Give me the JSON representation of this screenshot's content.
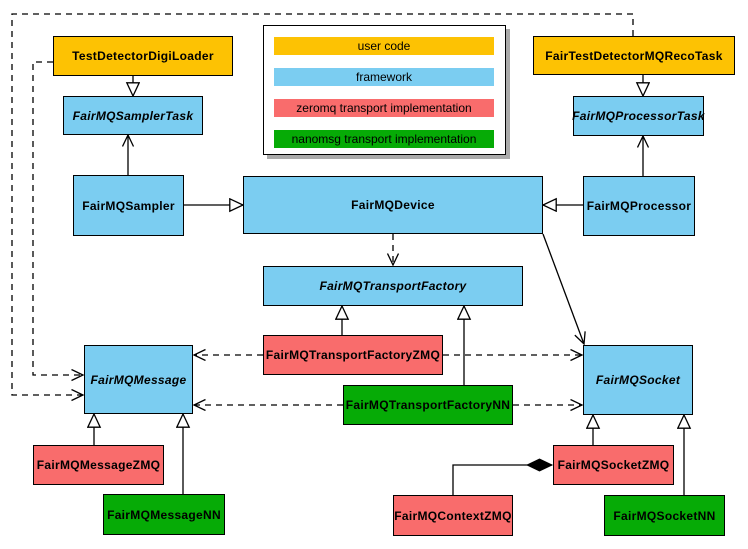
{
  "colors": {
    "user_code": "#FDC203",
    "framework": "#7BCDF1",
    "zeromq": "#F96C6C",
    "nanomsg": "#06AB06",
    "line": "#000000",
    "background": "#FFFFFF"
  },
  "legend": {
    "items": [
      {
        "label": "user code",
        "category": "user_code"
      },
      {
        "label": "framework",
        "category": "framework"
      },
      {
        "label": "zeromq transport implementation",
        "category": "zeromq"
      },
      {
        "label": "nanomsg transport implementation",
        "category": "nanomsg"
      }
    ]
  },
  "nodes": [
    {
      "id": "testdetectordigiloader",
      "label": "TestDetectorDigiLoader",
      "category": "user_code",
      "abstract": false
    },
    {
      "id": "fairtestdetectormqrecotask",
      "label": "FairTestDetectorMQRecoTask",
      "category": "user_code",
      "abstract": false
    },
    {
      "id": "fairmqsamplertask",
      "label": "FairMQSamplerTask",
      "category": "framework",
      "abstract": true
    },
    {
      "id": "fairmqprocessortask",
      "label": "FairMQProcessorTask",
      "category": "framework",
      "abstract": true
    },
    {
      "id": "fairmqsampler",
      "label": "FairMQSampler",
      "category": "framework",
      "abstract": false
    },
    {
      "id": "fairmqdevice",
      "label": "FairMQDevice",
      "category": "framework",
      "abstract": false
    },
    {
      "id": "fairmqprocessor",
      "label": "FairMQProcessor",
      "category": "framework",
      "abstract": false
    },
    {
      "id": "fairmqtransportfactory",
      "label": "FairMQTransportFactory",
      "category": "framework",
      "abstract": true
    },
    {
      "id": "fairmqtransportfactoryzmq",
      "label": "FairMQTransportFactoryZMQ",
      "category": "zeromq",
      "abstract": false
    },
    {
      "id": "fairmqtransportfactorynn",
      "label": "FairMQTransportFactoryNN",
      "category": "nanomsg",
      "abstract": false
    },
    {
      "id": "fairmqmessage",
      "label": "FairMQMessage",
      "category": "framework",
      "abstract": true
    },
    {
      "id": "fairmqsocket",
      "label": "FairMQSocket",
      "category": "framework",
      "abstract": true
    },
    {
      "id": "fairmqmessagezmq",
      "label": "FairMQMessageZMQ",
      "category": "zeromq",
      "abstract": false
    },
    {
      "id": "fairmqmessagenn",
      "label": "FairMQMessageNN",
      "category": "nanomsg",
      "abstract": false
    },
    {
      "id": "fairmqcontextzmq",
      "label": "FairMQContextZMQ",
      "category": "zeromq",
      "abstract": false
    },
    {
      "id": "fairmqsocketzmq",
      "label": "FairMQSocketZMQ",
      "category": "zeromq",
      "abstract": false
    },
    {
      "id": "fairmqsocketnn",
      "label": "FairMQSocketNN",
      "category": "nanomsg",
      "abstract": false
    }
  ]
}
